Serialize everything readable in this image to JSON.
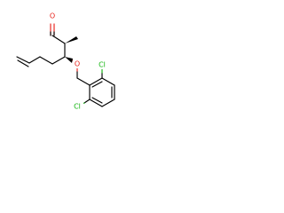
{
  "molecule": {
    "atoms": {
      "aldehyde_oxygen": {
        "symbol": "O",
        "color": "#e8231b"
      },
      "ether_oxygen": {
        "symbol": "O",
        "color": "#e8231b"
      },
      "chlorine_top": {
        "symbol": "Cl",
        "color": "#13b510"
      },
      "chlorine_bottom": {
        "symbol": "Cl",
        "color": "#13b510"
      }
    },
    "bond_color": "#000000"
  }
}
